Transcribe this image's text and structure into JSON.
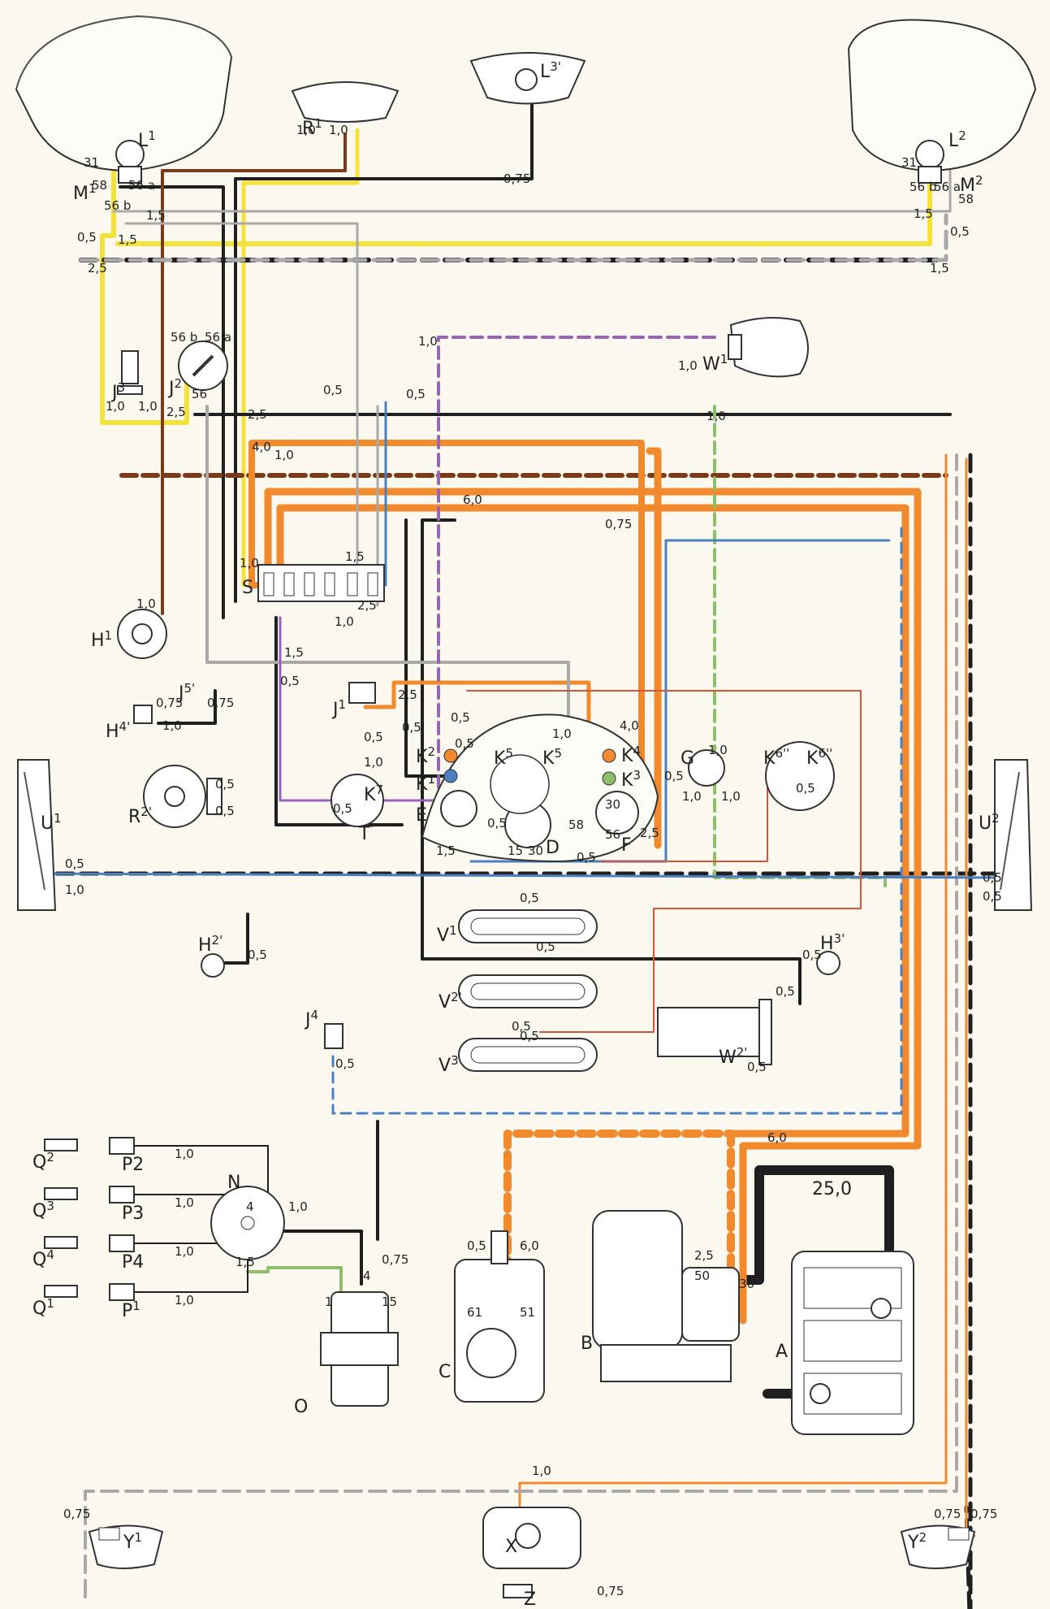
{
  "colors": {
    "paper": "#fbf8ef",
    "black": "#1f1f1f",
    "brown": "#7a3b1a",
    "yellow": "#f4e13a",
    "orange": "#f08a2c",
    "grey": "#a9a9a9",
    "violet": "#9a62b8",
    "green": "#8dbf6a",
    "blue": "#4b7fc2",
    "red": "#d2553c"
  },
  "components": {
    "L1": "L",
    "L1_sup": "1",
    "L2": "L",
    "L2_sup": "2",
    "L3": "L",
    "L3_sup": "3'",
    "R1": "R",
    "R1_sup": "1",
    "R2": "R",
    "R2_sup": "2'",
    "M1": "M",
    "M1_sup": "1",
    "M2": "M",
    "M2_sup": "2",
    "W1": "W",
    "W1_sup": "1",
    "W2": "W",
    "W2_sup": "2'",
    "J1": "J",
    "J1_sup": "1",
    "J2": "J",
    "J2_sup": "2",
    "J3": "J",
    "J3_sup": "3",
    "J4": "J",
    "J4_sup": "4",
    "J5": "J",
    "J5_sup": "5'",
    "H1": "H",
    "H1_sup": "1",
    "H2": "H",
    "H2_sup": "2'",
    "H3": "H",
    "H3_sup": "3'",
    "H4": "H",
    "H4_sup": "4'",
    "S": "S",
    "T": "T",
    "T_sup": "'",
    "E": "E",
    "D": "D",
    "F": "F",
    "G": "G",
    "K1": "K",
    "K1_sup": "1",
    "K2": "K",
    "K2_sup": "2",
    "K3": "K",
    "K3_sup": "3",
    "K4": "K",
    "K4_sup": "4",
    "K5a": "K",
    "K5a_sup": "5",
    "K5b": "K",
    "K5b_sup": "5",
    "K6a": "K",
    "K6a_sup": "6''",
    "K6b": "K",
    "K6b_sup": "6''",
    "K7": "K",
    "K7_sup": "7",
    "U1": "U",
    "U1_sup": "1",
    "U2": "U",
    "U2_sup": "2",
    "V1": "V",
    "V1_sup": "1",
    "V2": "V",
    "V2_sup": "2'",
    "V3": "V",
    "V3_sup": "3",
    "N": "N",
    "O": "O",
    "C": "C",
    "B": "B",
    "A": "A",
    "X": "X",
    "Z": "Z",
    "Y1": "Y",
    "Y1_sup": "1",
    "Y2": "Y",
    "Y2_sup": "2",
    "Q2": "Q",
    "Q2_sup": "2",
    "Q3": "Q",
    "Q3_sup": "3",
    "Q4": "Q",
    "Q4_sup": "4",
    "Q1": "Q",
    "Q1_sup": "1",
    "P2": "P2",
    "P3": "P3",
    "P4": "P4",
    "P1": "P",
    "P1_sup": "1"
  },
  "terminals": {
    "t31a": "31",
    "t58a": "58",
    "t56a_l": "56 a",
    "t56b_l": "56 b",
    "t31b": "31",
    "t56b_r": "56 b",
    "t56a_r": "56 a",
    "t58b": "58",
    "j2_56b": "56 b",
    "j2_56a": "56 a",
    "j2_56": "56",
    "d15": "15",
    "d30": "30",
    "t58f": "58",
    "t56f": "56",
    "t30f": "30",
    "n4": "4",
    "o1": "1",
    "o4": "4",
    "o15": "15",
    "c61": "61",
    "c51": "51",
    "b50": "50",
    "b30": "30"
  },
  "wire_sizes": {
    "g1": "0,75",
    "g2": "1,5",
    "g3": "0,5",
    "g4": "2,5",
    "g5": "1,5",
    "g6": "1,0",
    "g7": "1,0",
    "g8": "1,5",
    "g9": "0,5",
    "g10": "1,5",
    "g11": "1,0",
    "g12": "1,0",
    "g13": "1,0",
    "g14": "1,0",
    "g15": "2,5",
    "g16": "2,5",
    "g17": "0,5",
    "g18": "0,5",
    "g19": "1,0",
    "g20": "4,0",
    "g21": "1,0",
    "g22": "6,0",
    "g23": "0,75",
    "g24": "1,0",
    "g25": "1,0",
    "g26": "1,5",
    "g27": "2,5",
    "g28": "1,0",
    "g29": "1,5",
    "g30": "0,5",
    "g31": "0,75",
    "g32": "0,75",
    "g33": "1,0",
    "g34": "0,5",
    "g35": "0,5",
    "g36": "2,5",
    "g37": "0,5",
    "g38": "0,5",
    "g39": "1,0",
    "g40": "4,0",
    "g41": "1,0",
    "g42": "0,5",
    "g43": "0,5",
    "g44": "0,5",
    "g45": "1,5",
    "g46": "0,5",
    "g47": "0,5",
    "g48": "2,5",
    "g49": "0,5",
    "g50": "1,0",
    "g51": "1,0",
    "g52": "0,5",
    "g53": "1,0",
    "g54": "0,5",
    "g55": "1,0",
    "g56": "0,5",
    "g57": "0,5",
    "g58": "0,5",
    "g59": "0,5",
    "g60": "0,5",
    "g61": "0,5",
    "g62": "0,5",
    "g63": "0,5",
    "g64": "0,5",
    "g65": "1,0",
    "g66": "1,0",
    "g67": "1,0",
    "g68": "1,0",
    "g69": "1,0",
    "g70": "1,5",
    "g71": "0,75",
    "g72": "0,5",
    "g73": "6,0",
    "g74": "6,0",
    "g75": "2,5",
    "g76": "25,0",
    "g77": "1,0",
    "g78": "0,75",
    "g79": "0,75",
    "g80": "0,75",
    "g81": "0,75",
    "g82": "0,5",
    "g83": "0,5"
  }
}
